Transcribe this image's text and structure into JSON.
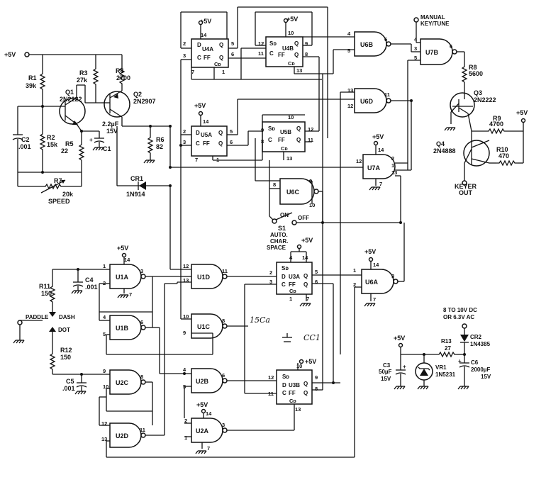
{
  "supply": {
    "vcc_in": "+5V",
    "vcc": "+5V",
    "ac_input": [
      "8 TO 10V DC",
      "OR 6.3V AC"
    ]
  },
  "gates": [
    {
      "id": "u6b",
      "label": "U6B"
    },
    {
      "id": "u7b",
      "label": "U7B"
    },
    {
      "id": "u6d",
      "label": "U6D"
    },
    {
      "id": "u7a",
      "label": "U7A"
    },
    {
      "id": "u6c",
      "label": "U6C"
    },
    {
      "id": "u6a",
      "label": "U6A"
    },
    {
      "id": "u1a",
      "label": "U1A"
    },
    {
      "id": "u1b",
      "label": "U1B"
    },
    {
      "id": "u1d",
      "label": "U1D"
    },
    {
      "id": "u1c",
      "label": "U1C"
    },
    {
      "id": "u2c",
      "label": "U2C"
    },
    {
      "id": "u2d",
      "label": "U2D"
    },
    {
      "id": "u2b",
      "label": "U2B"
    },
    {
      "id": "u2a",
      "label": "U2A"
    }
  ],
  "flipflops": [
    {
      "id": "u4a",
      "label": "U4A"
    },
    {
      "id": "u4b",
      "label": "U4B"
    },
    {
      "id": "u5a",
      "label": "U5A"
    },
    {
      "id": "u5b",
      "label": "U5B"
    },
    {
      "id": "u3a",
      "label": "U3A"
    },
    {
      "id": "u3b",
      "label": "U3B"
    }
  ],
  "ff_pins": {
    "d": "D",
    "c": "C",
    "ff": "FF",
    "q": "Q",
    "qbar": "Q",
    "sd": "Sᴅ",
    "cd": "Cᴅ"
  },
  "resistors": [
    {
      "id": "r1",
      "name": "R1",
      "value": "39k"
    },
    {
      "id": "r2",
      "name": "R2",
      "value": "15k"
    },
    {
      "id": "r3",
      "name": "R3",
      "value": "27k"
    },
    {
      "id": "r4",
      "name": "R4",
      "value": "2700"
    },
    {
      "id": "r5",
      "name": "R5",
      "value": "22"
    },
    {
      "id": "r6",
      "name": "R6",
      "value": "82"
    },
    {
      "id": "r7",
      "name": "R7",
      "value": "20k"
    },
    {
      "id": "r8",
      "name": "R8",
      "value": "5600"
    },
    {
      "id": "r9",
      "name": "R9",
      "value": "4700"
    },
    {
      "id": "r10",
      "name": "R10",
      "value": "470"
    },
    {
      "id": "r11",
      "name": "R11",
      "value": "150"
    },
    {
      "id": "r12",
      "name": "R12",
      "value": "150"
    },
    {
      "id": "r13",
      "name": "R13",
      "value": "27"
    }
  ],
  "capacitors": [
    {
      "id": "c1",
      "name": "C1",
      "value": "2.2µF",
      "voltage": "15V"
    },
    {
      "id": "c2",
      "name": "C2",
      "value": ".001"
    },
    {
      "id": "c3",
      "name": "C3",
      "value": "50µF",
      "voltage": "15V"
    },
    {
      "id": "c4",
      "name": "C4",
      "value": ".001"
    },
    {
      "id": "c5",
      "name": "C5",
      "value": ".001"
    },
    {
      "id": "c6",
      "name": "C6",
      "value": "2000µF",
      "voltage": "15V"
    }
  ],
  "transistors": [
    {
      "id": "q1",
      "name": "Q1",
      "part": "2N2222"
    },
    {
      "id": "q2",
      "name": "Q2",
      "part": "2N2907"
    },
    {
      "id": "q3",
      "name": "Q3",
      "part": "2N2222"
    },
    {
      "id": "q4",
      "name": "Q4",
      "part": "2N4888"
    }
  ],
  "diodes": [
    {
      "id": "cr1",
      "name": "CR1",
      "part": "1N914"
    },
    {
      "id": "cr2",
      "name": "CR2",
      "part": "1N4385"
    },
    {
      "id": "vr1",
      "name": "VR1",
      "part": "1N5231"
    }
  ],
  "labels": {
    "speed": "SPEED",
    "manual": "MANUAL",
    "key_tune": "KEY/TUNE",
    "keyer": "KEYER",
    "out": "OUT",
    "paddle": "PADDLE",
    "dash": "DASH",
    "dot": "DOT",
    "switch_name": "S1",
    "switch_on": "ON",
    "switch_off": "OFF",
    "auto": "AUTO.",
    "char": "CHAR.",
    "space": "SPACE"
  },
  "handwritten": {
    "note1": "15Ca",
    "note2": "CC1"
  }
}
